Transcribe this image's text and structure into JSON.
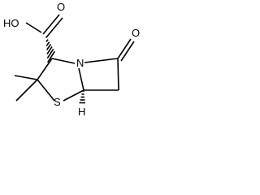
{
  "molecule": {
    "atoms": {
      "hydroxyl": "HO",
      "carboxyl_oxygen": "O",
      "nitrogen": "N",
      "sulfur": "S",
      "lactam_oxygen": "O",
      "bridgehead_hydrogen": "H"
    },
    "colors": {
      "bond": "#000000",
      "label": "#000000",
      "background": "#ffffff"
    }
  }
}
